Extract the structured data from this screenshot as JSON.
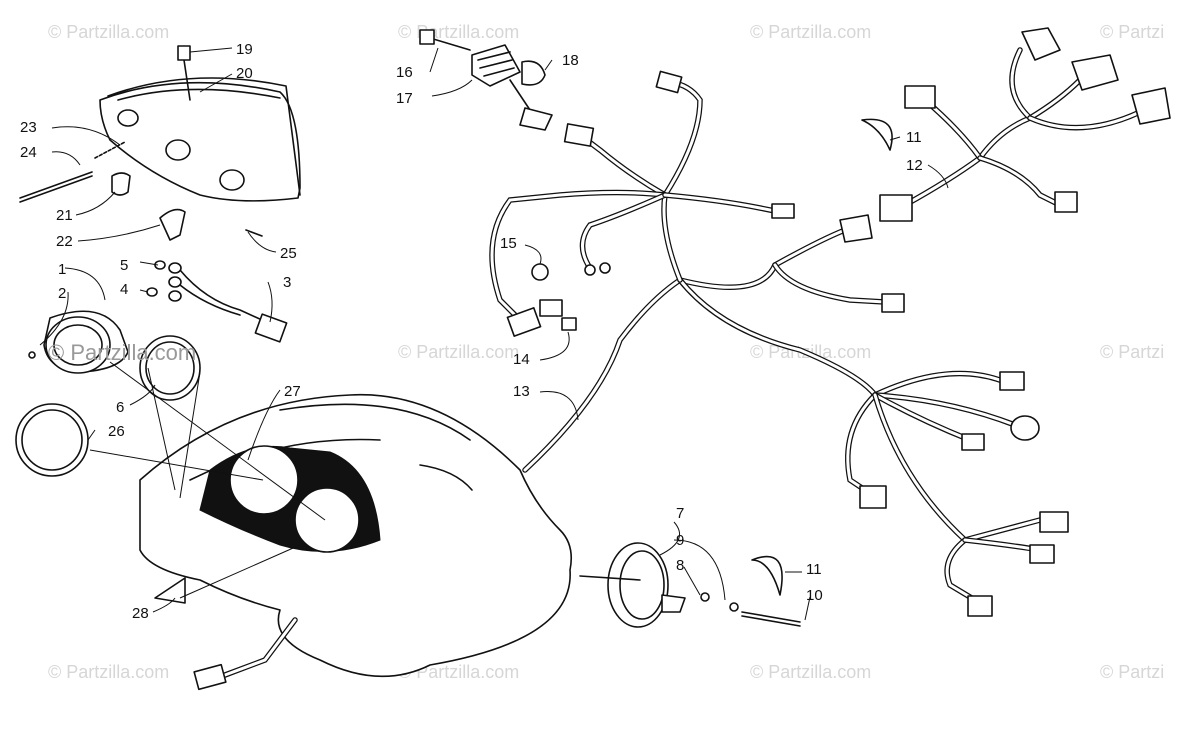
{
  "watermark": {
    "text": "© Partzilla.com",
    "text_partial": "© Partzi"
  },
  "callouts": [
    {
      "id": "1",
      "label": "1"
    },
    {
      "id": "2",
      "label": "2"
    },
    {
      "id": "3",
      "label": "3"
    },
    {
      "id": "4",
      "label": "4"
    },
    {
      "id": "5",
      "label": "5"
    },
    {
      "id": "6",
      "label": "6"
    },
    {
      "id": "7",
      "label": "7"
    },
    {
      "id": "8",
      "label": "8"
    },
    {
      "id": "9",
      "label": "9"
    },
    {
      "id": "10",
      "label": "10"
    },
    {
      "id": "11a",
      "label": "11"
    },
    {
      "id": "11b",
      "label": "11"
    },
    {
      "id": "12",
      "label": "12"
    },
    {
      "id": "13",
      "label": "13"
    },
    {
      "id": "14",
      "label": "14"
    },
    {
      "id": "15",
      "label": "15"
    },
    {
      "id": "16",
      "label": "16"
    },
    {
      "id": "17",
      "label": "17"
    },
    {
      "id": "18",
      "label": "18"
    },
    {
      "id": "19",
      "label": "19"
    },
    {
      "id": "20",
      "label": "20"
    },
    {
      "id": "21",
      "label": "21"
    },
    {
      "id": "22",
      "label": "22"
    },
    {
      "id": "23",
      "label": "23"
    },
    {
      "id": "24",
      "label": "24"
    },
    {
      "id": "25",
      "label": "25"
    },
    {
      "id": "26",
      "label": "26"
    },
    {
      "id": "27",
      "label": "27"
    },
    {
      "id": "28",
      "label": "28"
    }
  ]
}
